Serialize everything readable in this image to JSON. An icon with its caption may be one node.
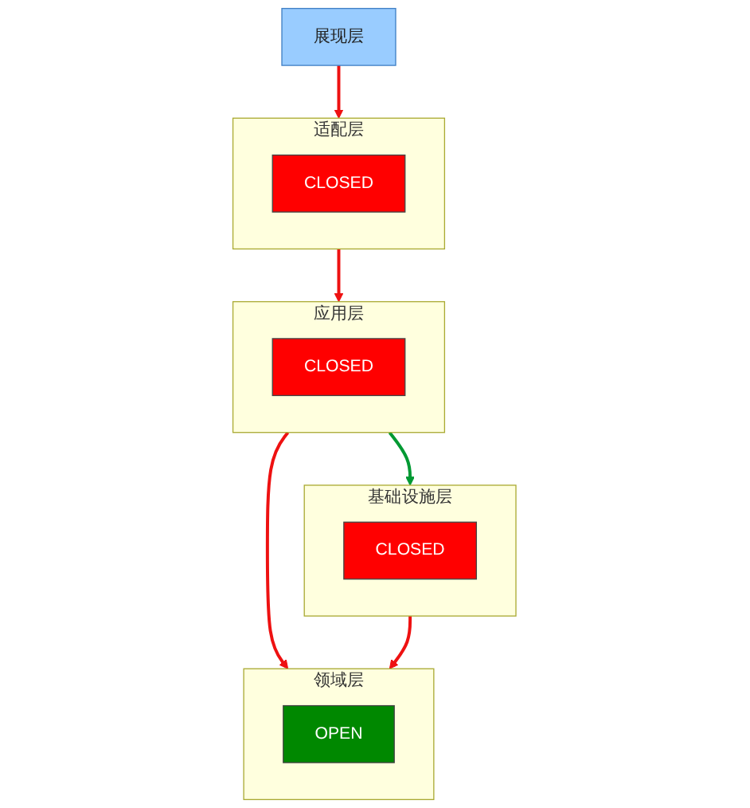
{
  "diagram": {
    "nodes": [
      {
        "text": [
          "展现层"
        ]
      },
      {
        "text": [
          "适配层"
        ]
      },
      {
        "text": [
          "CLOSED"
        ],
        "in": 1
      },
      {
        "text": [
          "应用层"
        ]
      },
      {
        "text": [
          "CLOSED"
        ],
        "in": 3
      },
      {
        "text": [
          "领域层"
        ]
      },
      {
        "text": [
          "OPEN"
        ],
        "in": 5
      },
      {
        "text": [
          "基础设施层"
        ]
      },
      {
        "text": [
          "CLOSED"
        ],
        "in": 7
      }
    ],
    "edges": [
      {
        "from": 0,
        "to": 1,
        "arrow": "to"
      },
      {
        "from": 1,
        "to": 3,
        "arrow": "to"
      },
      {
        "from": 3,
        "to": 5,
        "arrow": "to"
      },
      {
        "from": 7,
        "to": 5,
        "arrow": "to"
      },
      {
        "from": 3,
        "to": 7,
        "arrow": "to",
        "color": "#009933"
      }
    ]
  }
}
